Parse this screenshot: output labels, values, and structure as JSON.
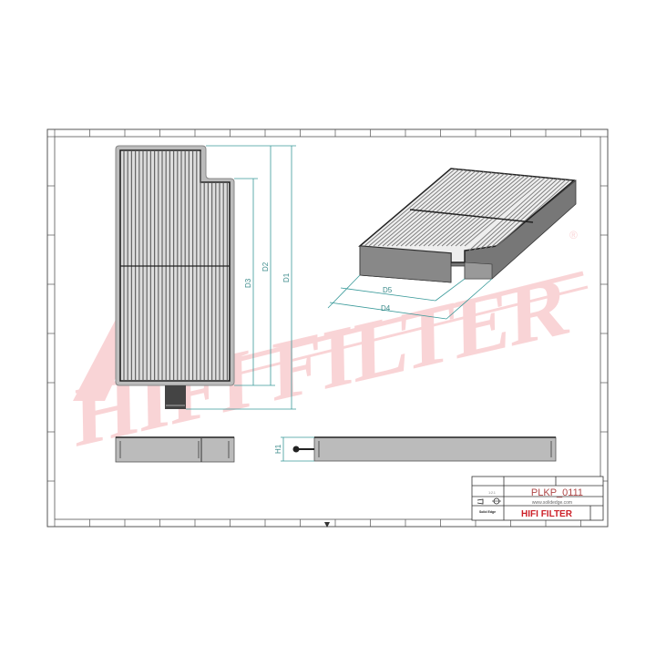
{
  "watermark": {
    "text": "HIFI FILTER",
    "registered": "®",
    "color": "#e8414b"
  },
  "dimensions": {
    "d1": "D1",
    "d2": "D2",
    "d3": "D3",
    "d4": "D4",
    "d5": "D5",
    "h1": "H1"
  },
  "title_block": {
    "part_number": "PLKP_0111",
    "website": "www.solidedge.com",
    "brand": "HIFI FILTER",
    "scale": "1:2.1",
    "software_logo": "Solid Edge",
    "brand_color": "#cc1f27",
    "part_color": "#b04848"
  },
  "colors": {
    "dimension": "#3a9a9a",
    "frame": "#333333"
  }
}
